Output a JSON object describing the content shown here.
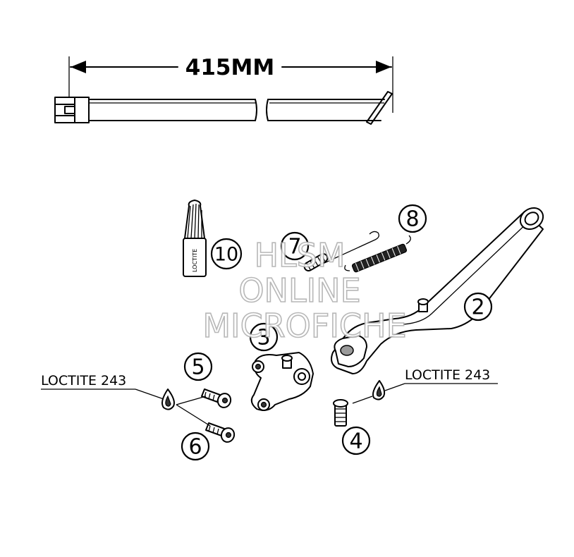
{
  "dimension": {
    "text": "415MM"
  },
  "callouts": [
    {
      "id": "part-2",
      "number": "2"
    },
    {
      "id": "part-3",
      "number": "3"
    },
    {
      "id": "part-4",
      "number": "4"
    },
    {
      "id": "part-5",
      "number": "5"
    },
    {
      "id": "part-6",
      "number": "6"
    },
    {
      "id": "part-7",
      "number": "7"
    },
    {
      "id": "part-8",
      "number": "8"
    },
    {
      "id": "part-10",
      "number": "10"
    }
  ],
  "labels": {
    "loctite_left": "LOCTITE 243",
    "loctite_right": "LOCTITE 243",
    "tube_text": "LOCTITE"
  },
  "watermark": {
    "line1": "HLSM",
    "line2": "ONLINE",
    "line3": "MICROFICHE"
  }
}
